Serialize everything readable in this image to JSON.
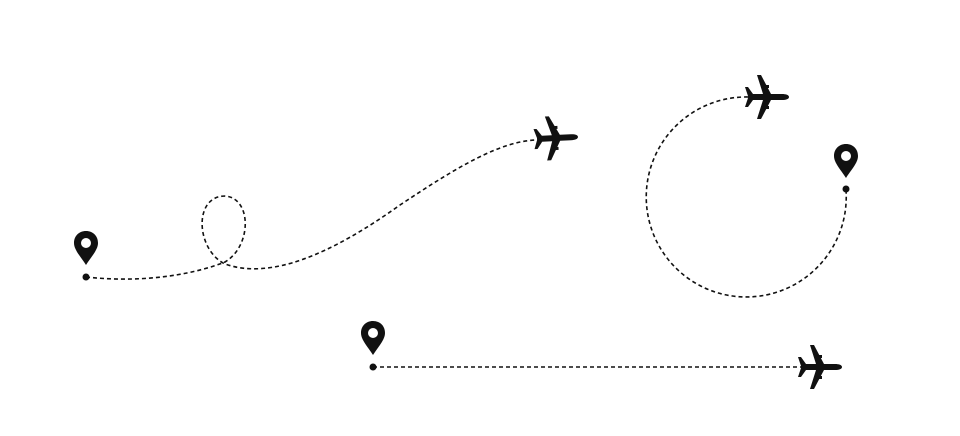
{
  "colors": {
    "ink": "#111111",
    "background": "#ffffff"
  },
  "icons": [
    "location-pin-icon",
    "airplane-icon"
  ],
  "routes": [
    {
      "name": "loop-route",
      "shape": "curve with loop"
    },
    {
      "name": "circle-route",
      "shape": "three-quarter circle"
    },
    {
      "name": "straight-route",
      "shape": "straight line"
    }
  ]
}
